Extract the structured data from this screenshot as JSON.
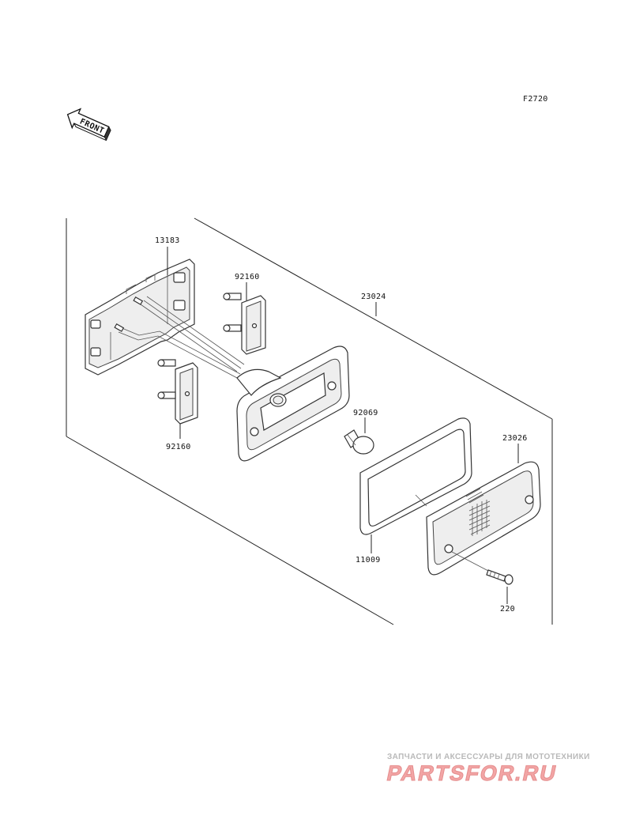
{
  "figure_code": "F2720",
  "front_arrow": {
    "text": "FRONT"
  },
  "parts": [
    {
      "number": "13183"
    },
    {
      "number": "92160"
    },
    {
      "number": "23024"
    },
    {
      "number": "92069"
    },
    {
      "number": "92160"
    },
    {
      "number": "23026"
    },
    {
      "number": "11009"
    },
    {
      "number": "220"
    }
  ],
  "watermark": {
    "tagline": "ЗАПЧАСТИ И АКСЕССУАРЫ ДЛЯ МОТОТЕХНИКИ",
    "logo": "PARTSFOR.RU"
  },
  "colors": {
    "line": "#222222",
    "watermark": "#f2a5a5"
  }
}
